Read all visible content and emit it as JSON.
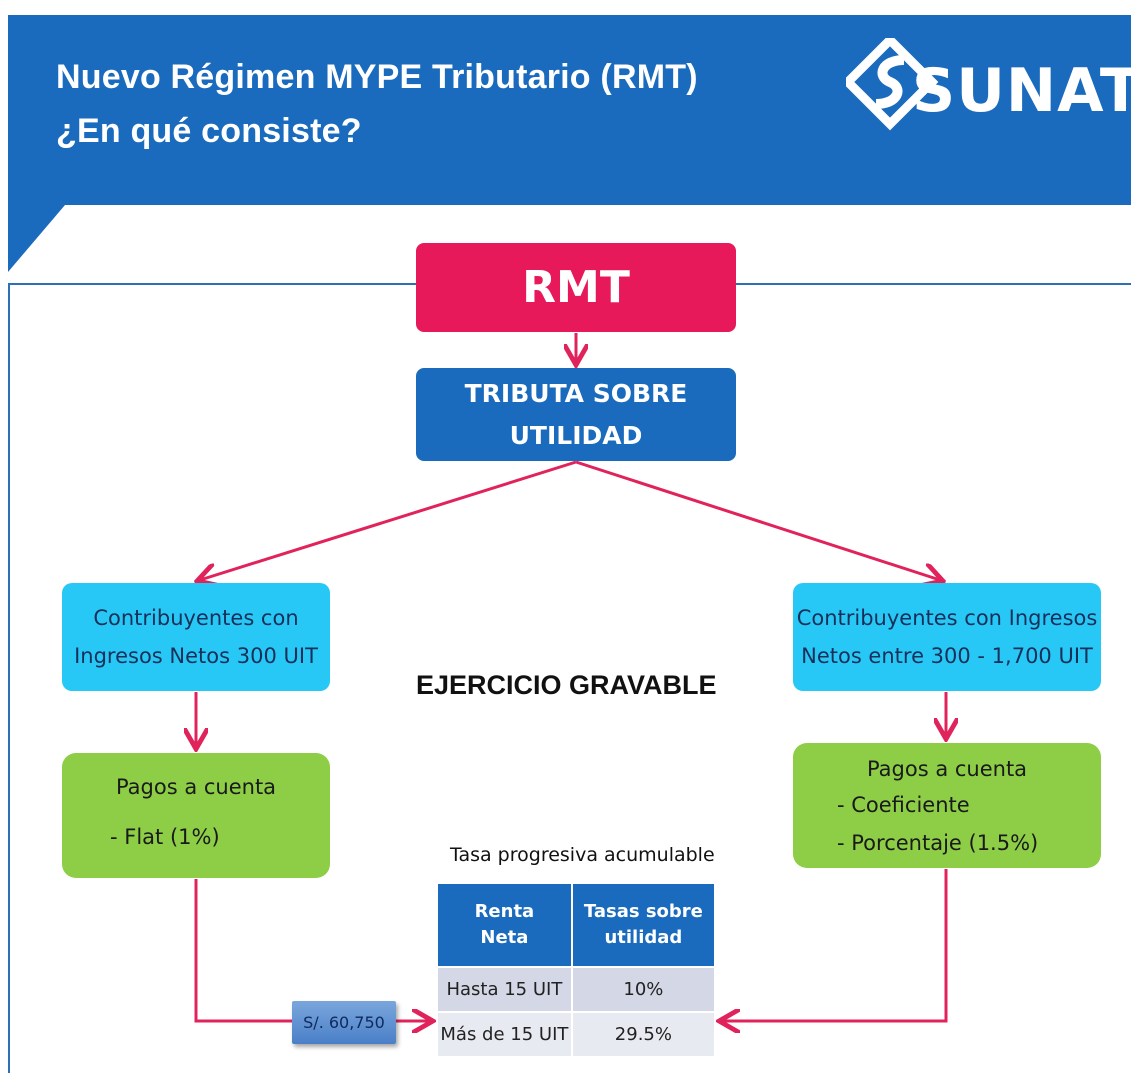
{
  "header": {
    "title_line1": "Nuevo Régimen MYPE Tributario (RMT)",
    "title_line2": "¿En qué consiste?",
    "logo_text": "SUNAT"
  },
  "colors": {
    "header_blue": "#1a6bbd",
    "rmt_pink": "#e8195a",
    "contrib_cyan": "#28c8f6",
    "pagos_green": "#8dce46",
    "arrow_red": "#e1235c"
  },
  "diagram": {
    "top": "RMT",
    "tributa_line1": "TRIBUTA SOBRE",
    "tributa_line2": "UTILIDAD",
    "center_label": "EJERCICIO GRAVABLE",
    "left": {
      "contrib_line1": "Contribuyentes con",
      "contrib_line2": "Ingresos Netos 300 UIT",
      "pagos_title": "Pagos a cuenta",
      "pagos_item": "- Flat (1%)"
    },
    "right": {
      "contrib_line1": "Contribuyentes con Ingresos",
      "contrib_line2": "Netos entre 300 - 1,700 UIT",
      "pagos_title": "Pagos a cuenta",
      "pagos_item1": "- Coeficiente",
      "pagos_item2": "- Porcentaje (1.5%)"
    },
    "amount": "S/. 60,750"
  },
  "table": {
    "caption": "Tasa progresiva acumulable",
    "header_col1_line1": "Renta",
    "header_col1_line2": "Neta",
    "header_col2_line1": "Tasas sobre",
    "header_col2_line2": "utilidad",
    "rows": [
      {
        "renta": "Hasta 15 UIT",
        "tasa": "10%"
      },
      {
        "renta": "Más de 15 UIT",
        "tasa": "29.5%"
      }
    ]
  }
}
